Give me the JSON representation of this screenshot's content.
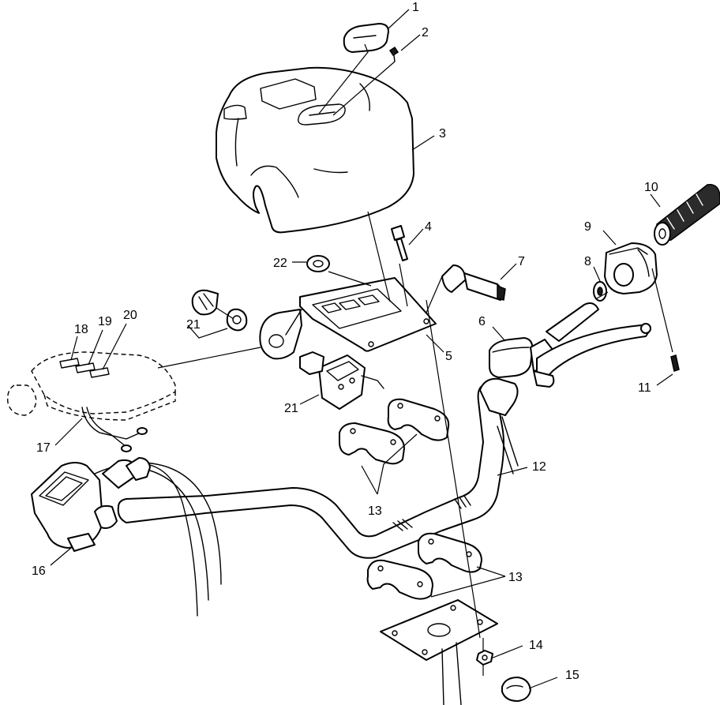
{
  "callouts": {
    "c1": "1",
    "c2": "2",
    "c3": "3",
    "c4": "4",
    "c5": "5",
    "c6": "6",
    "c7": "7",
    "c8": "8",
    "c9": "9",
    "c10": "10",
    "c11": "11",
    "c12": "12",
    "c13a": "13",
    "c13b": "13",
    "c14": "14",
    "c15": "15",
    "c16": "16",
    "c17": "17",
    "c18": "18",
    "c19": "19",
    "c20": "20",
    "c21a": "21",
    "c21b": "21",
    "c22": "22"
  }
}
